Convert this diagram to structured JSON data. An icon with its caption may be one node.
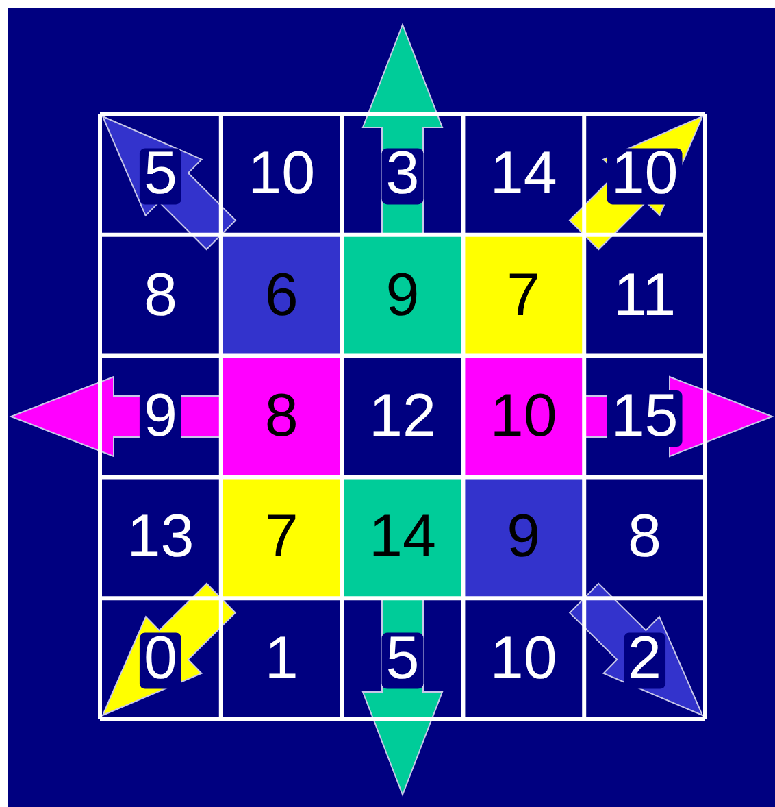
{
  "diagram": {
    "nodes": [
      {
        "text": [
          "5"
        ]
      },
      {
        "text": [
          "10"
        ]
      },
      {
        "text": [
          "3"
        ]
      },
      {
        "text": [
          "14"
        ]
      },
      {
        "text": [
          "10"
        ]
      },
      {
        "text": [
          "8"
        ]
      },
      {
        "text": [
          "6"
        ]
      },
      {
        "text": [
          "9"
        ]
      },
      {
        "text": [
          "7"
        ]
      },
      {
        "text": [
          "11"
        ]
      },
      {
        "text": [
          "9"
        ]
      },
      {
        "text": [
          "8"
        ]
      },
      {
        "text": [
          "12"
        ]
      },
      {
        "text": [
          "10"
        ]
      },
      {
        "text": [
          "15"
        ]
      },
      {
        "text": [
          "13"
        ]
      },
      {
        "text": [
          "7"
        ]
      },
      {
        "text": [
          "14"
        ]
      },
      {
        "text": [
          "9"
        ]
      },
      {
        "text": [
          "8"
        ]
      },
      {
        "text": [
          "0"
        ]
      },
      {
        "text": [
          "1"
        ]
      },
      {
        "text": [
          "5"
        ]
      },
      {
        "text": [
          "10"
        ]
      },
      {
        "text": [
          "2"
        ]
      }
    ],
    "edges": [
      {
        "from": 6,
        "to": null,
        "arrow": "to",
        "style": "thick",
        "color": "#3333cc"
      },
      {
        "from": 7,
        "to": null,
        "arrow": "to",
        "style": "thick",
        "color": "#00cc99"
      },
      {
        "from": 8,
        "to": null,
        "arrow": "to",
        "style": "thick",
        "color": "#ffff00"
      },
      {
        "from": 11,
        "to": null,
        "arrow": "to",
        "style": "thick",
        "color": "#ff00ff"
      },
      {
        "from": 13,
        "to": null,
        "arrow": "to",
        "style": "thick",
        "color": "#ff00ff"
      },
      {
        "from": 16,
        "to": null,
        "arrow": "to",
        "style": "thick",
        "color": "#ffff00"
      },
      {
        "from": 17,
        "to": null,
        "arrow": "to",
        "style": "thick",
        "color": "#00cc99"
      },
      {
        "from": 18,
        "to": null,
        "arrow": "to",
        "style": "thick",
        "color": "#3333cc"
      }
    ]
  }
}
